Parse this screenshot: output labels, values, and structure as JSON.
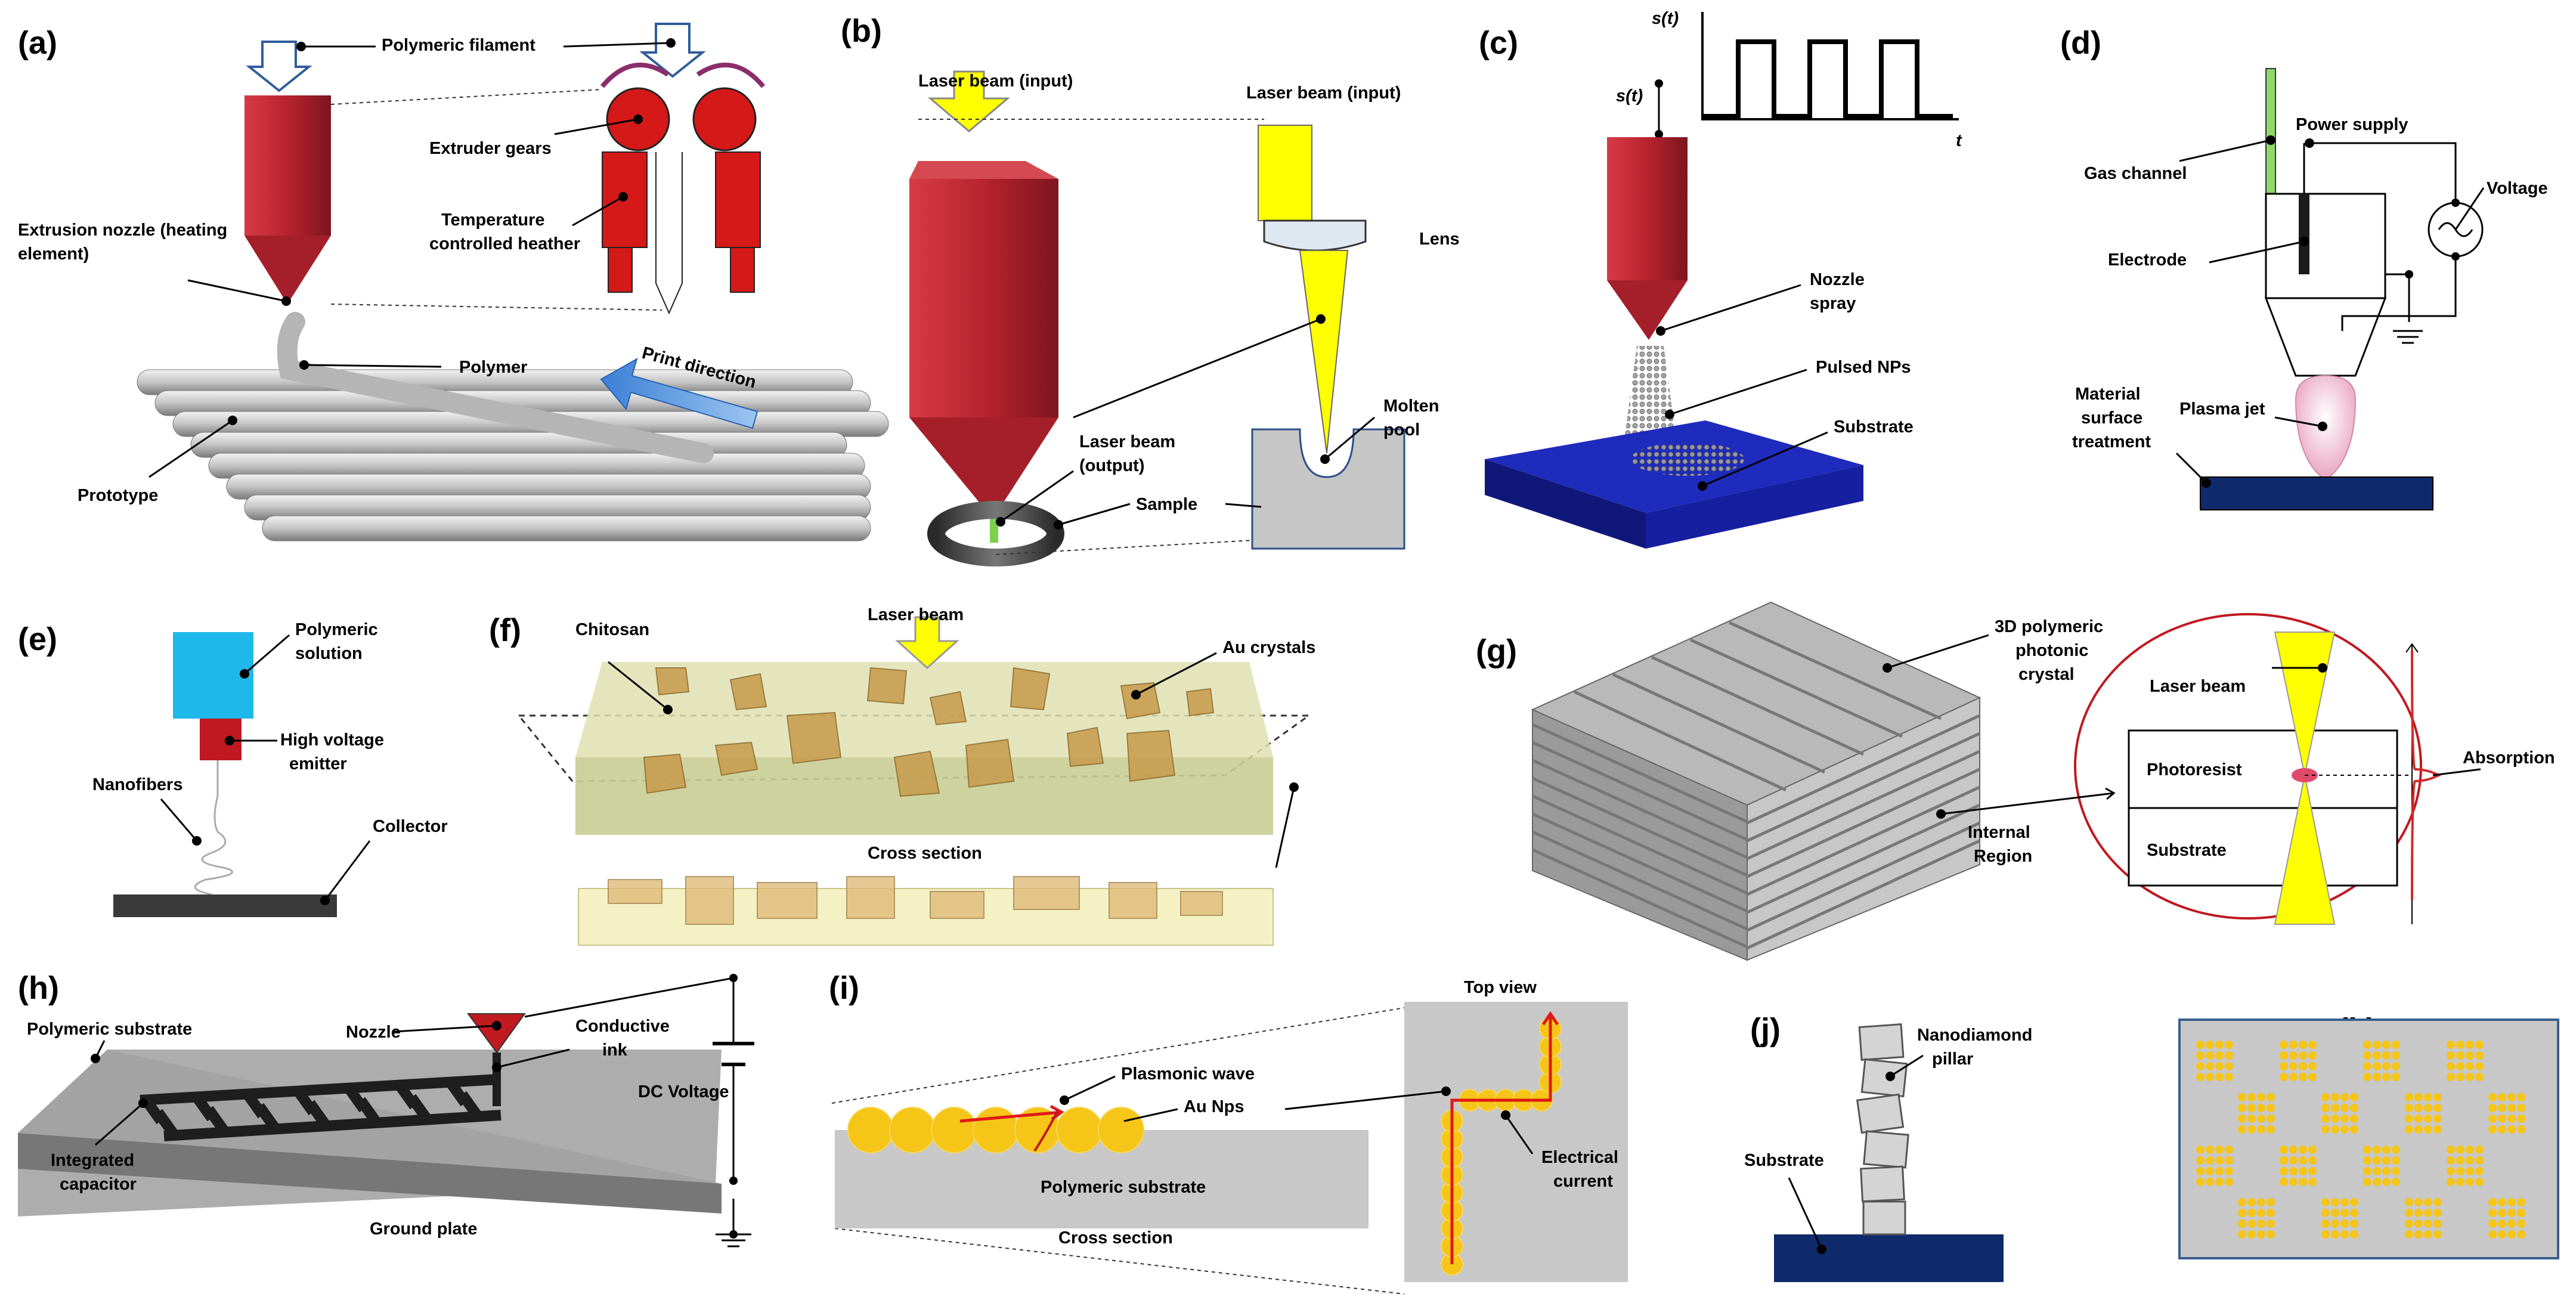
{
  "panels": {
    "a": {
      "tag": "(a)",
      "polymeric_filament": "Polymeric filament",
      "extruder_gears": "Extruder gears",
      "temperature_heater_1": "Temperature",
      "temperature_heater_2": "controlled heather",
      "extrusion_nozzle_1": "Extrusion nozzle (heating",
      "extrusion_nozzle_2": "element)",
      "polymer": "Polymer",
      "print_direction": "Print direction",
      "prototype": "Prototype"
    },
    "b": {
      "tag": "(b)",
      "laser_input_left": "Laser beam (input)",
      "laser_input_right": "Laser beam (input)",
      "lens": "Lens",
      "laser_output_1": "Laser beam",
      "laser_output_2": "(output)",
      "molten_pool_1": "Molten",
      "molten_pool_2": "pool",
      "sample": "Sample"
    },
    "c": {
      "tag": "(c)",
      "signal_axis": "s(t)",
      "signal_label": "s(t)",
      "time_axis": "t",
      "nozzle_spray_1": "Nozzle",
      "nozzle_spray_2": "spray",
      "pulsed_nps": "Pulsed NPs",
      "substrate": "Substrate"
    },
    "d": {
      "tag": "(d)",
      "power_supply": "Power supply",
      "gas_channel": "Gas channel",
      "voltage": "Voltage",
      "electrode": "Electrode",
      "material_1": "Material",
      "material_2": "surface",
      "material_3": "treatment",
      "plasma_jet": "Plasma jet"
    },
    "e": {
      "tag": "(e)",
      "polymeric_solution_1": "Polymeric",
      "polymeric_solution_2": "solution",
      "high_voltage_1": "High voltage",
      "high_voltage_2": "emitter",
      "nanofibers": "Nanofibers",
      "collector": "Collector"
    },
    "f": {
      "tag": "(f)",
      "chitosan": "Chitosan",
      "laser_beam": "Laser beam",
      "au_crystals": "Au crystals",
      "cross_section": "Cross section"
    },
    "g": {
      "tag": "(g)",
      "crystal_1": "3D polymeric",
      "crystal_2": "photonic",
      "crystal_3": "crystal",
      "laser_beam": "Laser beam",
      "photoresist": "Photoresist",
      "absorption": "Absorption",
      "substrate": "Substrate",
      "internal_1": "Internal",
      "internal_2": "Region"
    },
    "h": {
      "tag": "(h)",
      "polymeric_substrate": "Polymeric substrate",
      "nozzle": "Nozzle",
      "conductive_ink_1": "Conductive",
      "conductive_ink_2": "ink",
      "dc_voltage": "DC Voltage",
      "integrated_1": "Integrated",
      "integrated_2": "capacitor",
      "ground_plate": "Ground plate"
    },
    "i": {
      "tag": "(i)",
      "top_view": "Top view",
      "plasmonic_wave": "Plasmonic wave",
      "au_nps": "Au Nps",
      "polymeric_substrate": "Polymeric substrate",
      "cross_section": "Cross section",
      "electrical_1": "Electrical",
      "electrical_2": "current"
    },
    "j": {
      "tag": "(j)",
      "nanodiamond_1": "Nanodiamond",
      "nanodiamond_2": "pillar",
      "substrate": "Substrate"
    },
    "k": {
      "tag": "(k)"
    }
  },
  "colors": {
    "nozzle_red": "#b8232f",
    "laser_yellow": "#ffff00",
    "substrate_blue": "#1b1b9e",
    "dark_navy": "#0e2a6b",
    "cyan": "#1fb8ea",
    "gold": "#f5c518",
    "grey": "#c8c8c8",
    "green": "#b6e08a"
  }
}
